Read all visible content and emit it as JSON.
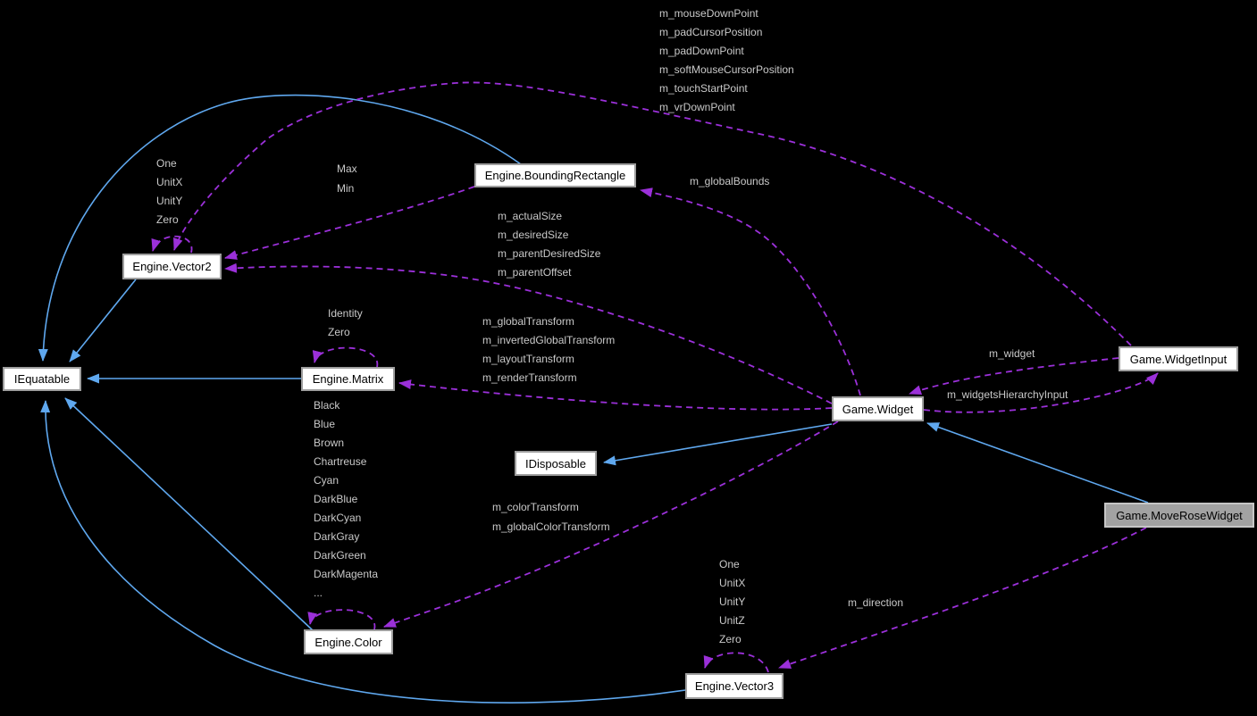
{
  "diagram": {
    "type": "class-collaboration-diagram",
    "background": "#000000",
    "colors": {
      "inheritance_edge": "#5fa8ef",
      "usage_edge": "#9b30d9",
      "node_fill": "#ffffff",
      "node_border": "#9e9e9e",
      "node_text": "#000000",
      "highlight_node_fill": "#a2a2a2",
      "edge_label_text": "#c9c9c9"
    },
    "nodes": {
      "iequatable": "IEquatable",
      "vector2": "Engine.Vector2",
      "bounding_rectangle": "Engine.BoundingRectangle",
      "matrix": "Engine.Matrix",
      "widget": "Game.Widget",
      "widget_input": "Game.WidgetInput",
      "idisposable": "IDisposable",
      "move_rose_widget": "Game.MoveRoseWidget",
      "color": "Engine.Color",
      "vector3": "Engine.Vector3"
    },
    "edge_labels": {
      "widget_input_to_vector2": [
        "m_mouseDownPoint",
        "m_padCursorPosition",
        "m_padDownPoint",
        "m_softMouseCursorPosition",
        "m_touchStartPoint",
        "m_vrDownPoint"
      ],
      "vector2_self": [
        "One",
        "UnitX",
        "UnitY",
        "Zero"
      ],
      "bounding_rectangle_to_vector2": [
        "Max",
        "Min"
      ],
      "widget_to_bounding_rectangle": "m_globalBounds",
      "widget_to_vector2": [
        "m_actualSize",
        "m_desiredSize",
        "m_parentDesiredSize",
        "m_parentOffset"
      ],
      "matrix_self": [
        "Identity",
        "Zero"
      ],
      "widget_to_matrix": [
        "m_globalTransform",
        "m_invertedGlobalTransform",
        "m_layoutTransform",
        "m_renderTransform"
      ],
      "widget_input_to_widget": "m_widget",
      "widget_to_widget_input": "m_widgetsHierarchyInput",
      "color_self": [
        "Black",
        "Blue",
        "Brown",
        "Chartreuse",
        "Cyan",
        "DarkBlue",
        "DarkCyan",
        "DarkGray",
        "DarkGreen",
        "DarkMagenta",
        "..."
      ],
      "widget_to_color": [
        "m_colorTransform",
        "m_globalColorTransform"
      ],
      "vector3_self": [
        "One",
        "UnitX",
        "UnitY",
        "UnitZ",
        "Zero"
      ],
      "move_rose_to_vector3": "m_direction"
    }
  }
}
